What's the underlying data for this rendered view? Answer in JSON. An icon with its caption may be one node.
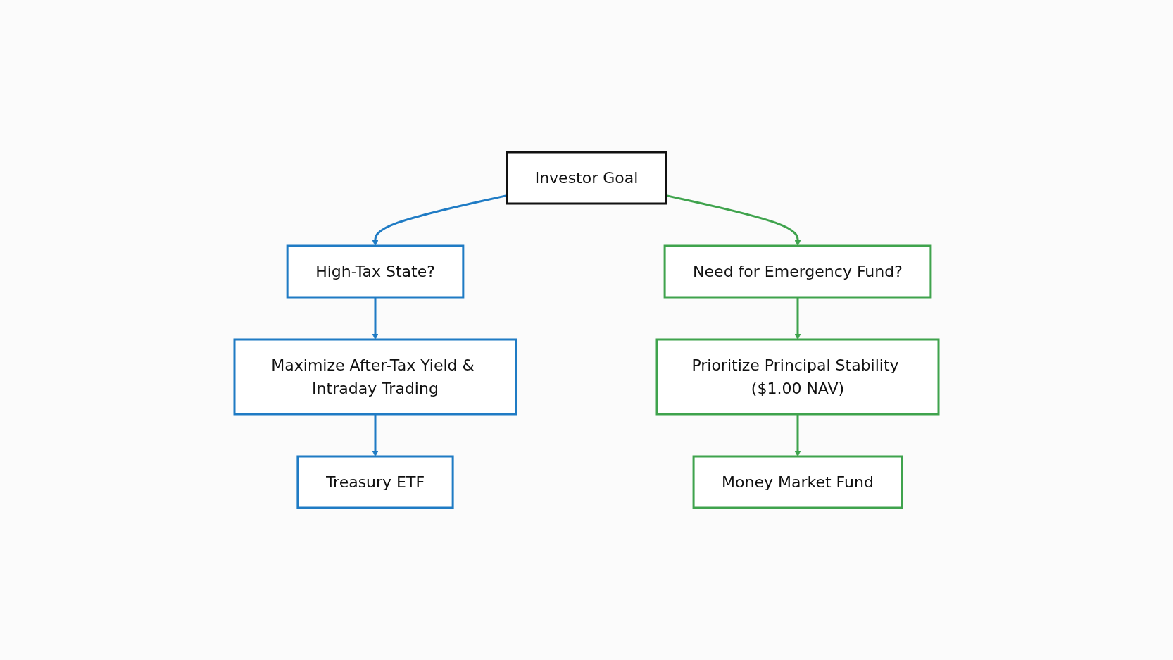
{
  "diagram": {
    "nodes": [
      {
        "text": [
          "Investor Goal"
        ]
      },
      {
        "text": [
          "High-Tax State?"
        ]
      },
      {
        "text": [
          "Need for Emergency Fund?"
        ]
      },
      {
        "text": [
          "Maximize After-Tax Yield & Intraday Trading"
        ]
      },
      {
        "text": [
          "Prioritize Principal Stability ($1.00 NAV)"
        ]
      },
      {
        "text": [
          "Treasury ETF"
        ]
      },
      {
        "text": [
          "Money Market Fund"
        ]
      }
    ],
    "edges": [
      {
        "from": 0,
        "to": 1,
        "arrow": "to",
        "color": "#1f7bc4"
      },
      {
        "from": 0,
        "to": 2,
        "arrow": "to",
        "color": "#3fa34d"
      },
      {
        "from": 1,
        "to": 3,
        "arrow": "to",
        "color": "#1f7bc4"
      },
      {
        "from": 2,
        "to": 4,
        "arrow": "to",
        "color": "#3fa34d"
      },
      {
        "from": 3,
        "to": 5,
        "arrow": "to",
        "color": "#1f7bc4"
      },
      {
        "from": 4,
        "to": 6,
        "arrow": "to",
        "color": "#3fa34d"
      }
    ]
  }
}
